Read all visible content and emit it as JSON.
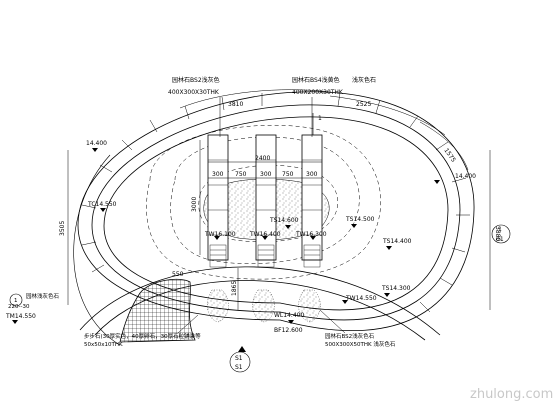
{
  "callouts": {
    "top_left_material": "园林石BS2浅灰色",
    "top_left_size": "400X300X30THK",
    "top_right_material": "园林石BS4浅黄色",
    "top_right_note": "浅灰色石",
    "top_right_size": "400X200X30THK",
    "bottom_left_material": "步步石(30厚实色，40厚卵石，30厚石粒铺装等",
    "bottom_left_size": "50x50x10THK",
    "bottom_right_material": "园林石BS2浅灰色石",
    "bottom_right_size": "500X300X50THK 浅灰色石",
    "small_legend": "园林浅灰色石",
    "small_legend_range": "220--30"
  },
  "dimensions": {
    "d3810": "3810",
    "d2525": "2525",
    "d1575": "1575",
    "d2400": "2400",
    "d300a": "300",
    "d750a": "750",
    "d300b": "300",
    "d750b": "750",
    "d300c": "300",
    "d3000": "3000",
    "d3505": "3505",
    "d3880": "3880",
    "d1865": "1865",
    "d550": "550"
  },
  "levels": {
    "l14400_left": "14.400",
    "l14400_right": "14.400",
    "tc": "TC14.550",
    "tm_left": "TM14.550",
    "ts14600": "TS14.600",
    "ts14500": "TS14.500",
    "ts14400": "TS14.400",
    "ts14300": "TS14.300",
    "tw1": "TW16.100",
    "tw2": "TW16.400",
    "tw3": "TW16.300",
    "tw4": "TW14.550",
    "wl": "WL14.400",
    "bf": "BF12.600"
  },
  "markers": {
    "section_mark": "1",
    "detail_top": "1",
    "detail_bottom": "01",
    "view_top": "S1",
    "view_bottom": "S1",
    "small_mark": "1"
  },
  "watermark": "zhulong.com"
}
